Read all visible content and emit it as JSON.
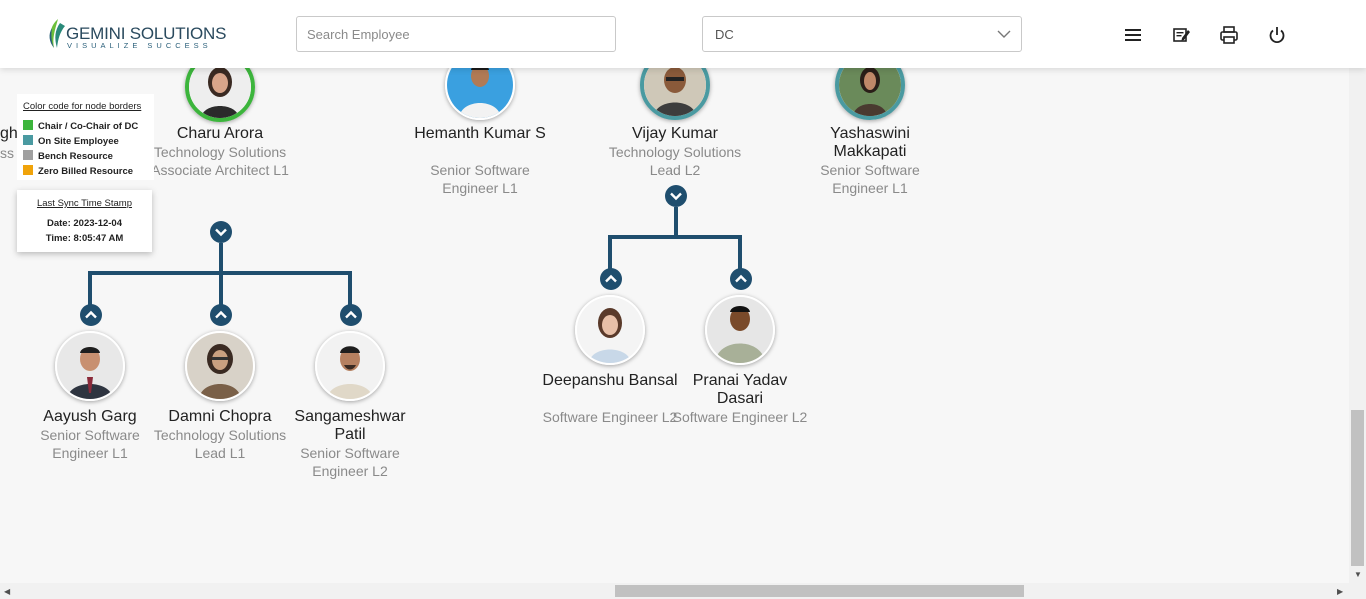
{
  "header": {
    "logo_brand": "GEMINI SOLUTIONS",
    "logo_tagline": "VISUALIZE SUCCESS",
    "search_placeholder": "Search Employee",
    "department_value": "DC",
    "icons": [
      "menu-icon",
      "edit-note-icon",
      "print-icon",
      "power-icon"
    ]
  },
  "legend": {
    "title": "Color code for node borders",
    "items": [
      {
        "label": "Chair / Co-Chair of DC",
        "color": "#3cb53c"
      },
      {
        "label": "On Site Employee",
        "color": "#4a9aa1"
      },
      {
        "label": "Bench Resource",
        "color": "#a0a0a0"
      },
      {
        "label": "Zero Billed Resource",
        "color": "#f0a30a"
      }
    ]
  },
  "sync": {
    "title": "Last Sync Time Stamp",
    "date": "Date: 2023-12-04",
    "time": "Time: 8:05:47 AM"
  },
  "partial_node": {
    "name_fragment": "gh",
    "designation_fragment": "ss"
  },
  "nodes": [
    {
      "name": "Charu Arora",
      "designation": "Technology Solutions Associate Architect L1",
      "border": "chair"
    },
    {
      "name": "Hemanth Kumar S",
      "designation": "Senior Software Engineer L1",
      "border": "none"
    },
    {
      "name": "Vijay Kumar",
      "designation": "Technology Solutions Lead L2",
      "border": "onsite"
    },
    {
      "name": "Yashaswini Makkapati",
      "designation": "Senior Software Engineer L1",
      "border": "onsite"
    },
    {
      "name": "Aayush Garg",
      "designation": "Senior Software Engineer L1",
      "border": "none"
    },
    {
      "name": "Damni Chopra",
      "designation": "Technology Solutions Lead L1",
      "border": "none"
    },
    {
      "name": "Sangameshwar Patil",
      "designation": "Senior Software Engineer L2",
      "border": "none"
    },
    {
      "name": "Deepanshu Bansal",
      "designation": "Software Engineer L2",
      "border": "none"
    },
    {
      "name": "Pranai Yadav Dasari",
      "designation": "Software Engineer L2",
      "border": "none"
    }
  ],
  "colors": {
    "connector": "#1f4e6e",
    "chair": "#3cb53c",
    "onsite": "#4a9aa1"
  }
}
